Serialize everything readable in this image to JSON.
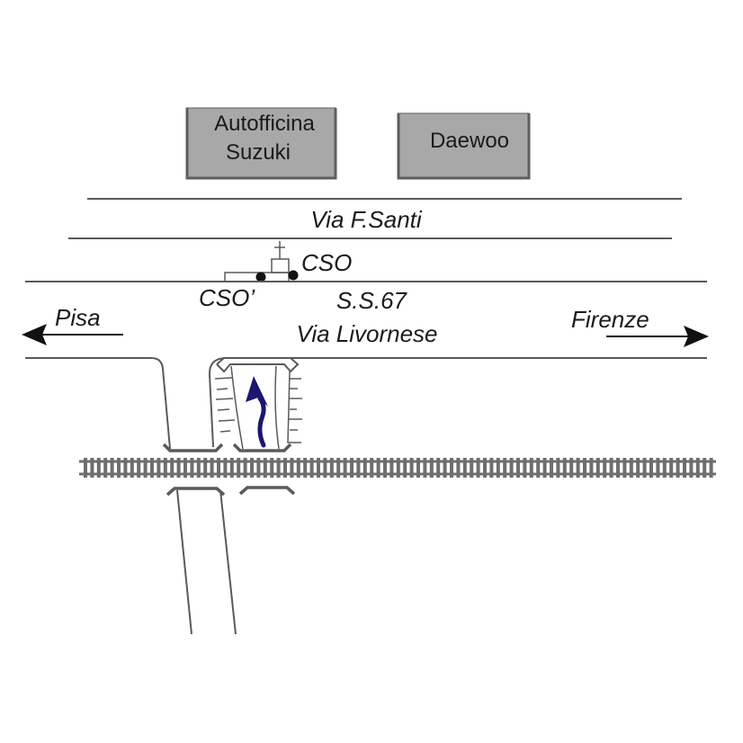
{
  "buildings": [
    {
      "name": "autofficina-suzuki",
      "lines": [
        "Autofficina",
        "Suzuki"
      ]
    },
    {
      "name": "daewoo",
      "lines": [
        "Daewoo"
      ]
    }
  ],
  "streets": {
    "upper": "Via F.Santi",
    "main_code": "S.S.67",
    "main_name": "Via Livornese"
  },
  "stations": {
    "cso": "CSO",
    "cso_prime": "CSO’"
  },
  "directions": {
    "left": "Pisa",
    "right": "Firenze"
  },
  "colors": {
    "building_fill": "#a8a8a8",
    "road_line": "#5a5a5a",
    "rail": "#6e6e6e",
    "route_arrow": "#1c1670",
    "text": "#1a1a1a"
  }
}
